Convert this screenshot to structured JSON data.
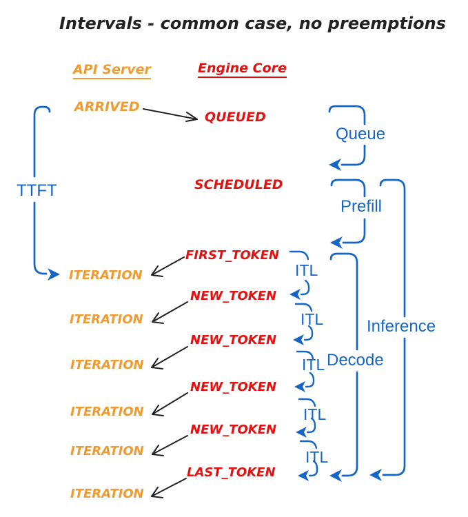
{
  "title": "Intervals - common case, no preemptions",
  "columns": {
    "api_server": "API Server",
    "engine_core": "Engine Core"
  },
  "api_server": {
    "arrived": "ARRIVED",
    "iteration": "ITERATION",
    "iteration_count": 6
  },
  "engine_core": {
    "queued": "QUEUED",
    "scheduled": "SCHEDULED",
    "first_token": "FIRST_TOKEN",
    "new_token": "NEW_TOKEN",
    "new_token_count": 4,
    "last_token": "LAST_TOKEN"
  },
  "intervals": {
    "ttft": "TTFT",
    "queue": "Queue",
    "prefill": "Prefill",
    "itl": "ITL",
    "itl_count": 5,
    "decode": "Decode",
    "inference": "Inference"
  },
  "colors": {
    "api_server_orange": "#EE9B31",
    "engine_core_red": "#E01212",
    "interval_blue": "#1565C7",
    "arrow_black": "#222222",
    "background": "#FFFFFF"
  }
}
